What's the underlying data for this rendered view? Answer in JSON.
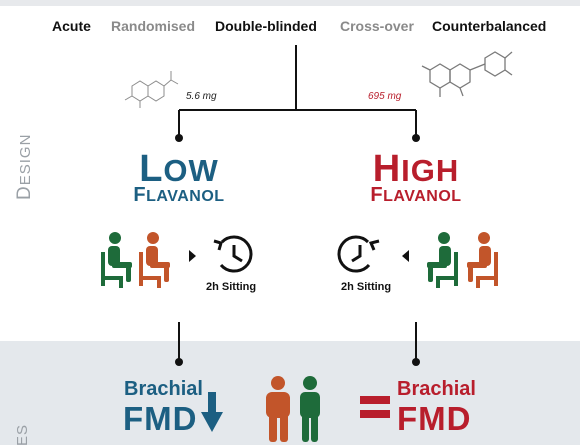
{
  "keywords": [
    {
      "label": "Acute",
      "color": "#111111"
    },
    {
      "label": "Randomised",
      "color": "#8a8a8a"
    },
    {
      "label": "Double-blinded",
      "color": "#111111"
    },
    {
      "label": "Cross-over",
      "color": "#8a8a8a"
    },
    {
      "label": "Counterbalanced",
      "color": "#111111"
    }
  ],
  "side_labels": {
    "design": {
      "first": "D",
      "rest": "ESIGN"
    },
    "outcomes": "ES"
  },
  "low_arm": {
    "dose": "5.6 mg",
    "title_first": "L",
    "title_rest": "OW",
    "subtitle_first": "F",
    "subtitle_rest": "LAVANOL",
    "sitting": "2h Sitting",
    "outcome_line1": "Brachial",
    "outcome_line2": "FMD",
    "outcome_indicator": "down-arrow",
    "color": "#1c5f82"
  },
  "high_arm": {
    "dose": "695 mg",
    "title_first": "H",
    "title_rest": "IGH",
    "subtitle_first": "F",
    "subtitle_rest": "LAVANOL",
    "sitting": "2h Sitting",
    "outcome_line1": "Brachial",
    "outcome_line2": "FMD",
    "outcome_indicator": "equals-sign",
    "color": "#b81e2c"
  },
  "colors": {
    "green_person": "#1e6b3a",
    "orange_person": "#c2552a",
    "band": "#e4e8ec",
    "connector": "#111111"
  },
  "icons": [
    "molecule-icon",
    "sitting-person-icon",
    "clock-history-icon",
    "standing-person-icon"
  ]
}
